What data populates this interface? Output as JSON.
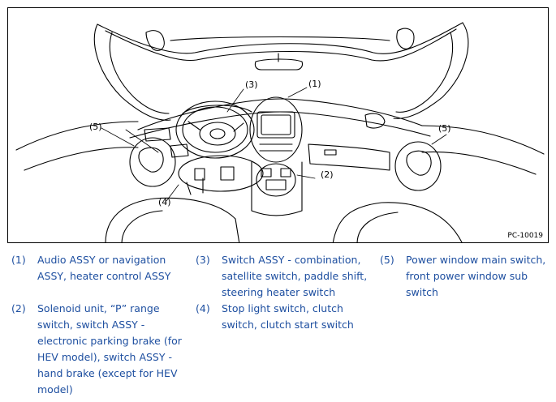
{
  "figure": {
    "code": "PC-10019",
    "callouts": {
      "c1": "(1)",
      "c2": "(2)",
      "c3": "(3)",
      "c4": "(4)",
      "c5_left": "(5)",
      "c5_right": "(5)"
    }
  },
  "legend": {
    "color": "#1e4fa0",
    "items": [
      {
        "num": "(1)",
        "lines": [
          "Audio ASSY or navigation",
          "ASSY, heater control ASSY"
        ]
      },
      {
        "num": "(2)",
        "lines": [
          "Solenoid unit, “P” range",
          "switch, switch ASSY -",
          "electronic parking brake (for",
          "HEV model), switch ASSY -",
          "hand brake (except for HEV",
          "model)"
        ]
      },
      {
        "num": "(3)",
        "lines": [
          "Switch ASSY - combination,",
          "satellite switch, paddle shift,",
          "steering heater switch"
        ]
      },
      {
        "num": "(4)",
        "lines": [
          "Stop light switch, clutch",
          "switch, clutch start switch"
        ]
      },
      {
        "num": "(5)",
        "lines": [
          "Power window main switch,",
          "front power window sub",
          "switch"
        ]
      }
    ]
  }
}
